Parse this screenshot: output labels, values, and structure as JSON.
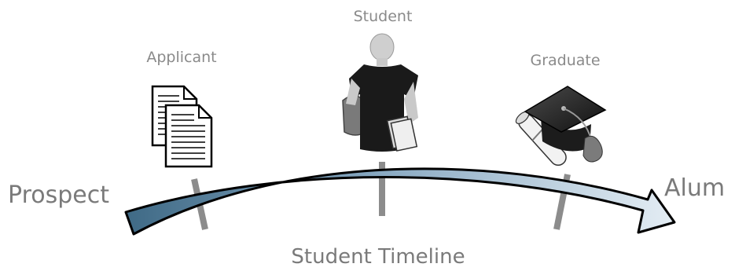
{
  "diagram": {
    "start_label": "Prospect",
    "end_label": "Alum",
    "caption": "Student Timeline",
    "stages": [
      {
        "label": "Applicant",
        "icon": "documents-icon"
      },
      {
        "label": "Student",
        "icon": "student-silhouette-icon"
      },
      {
        "label": "Graduate",
        "icon": "graduation-cap-icon"
      }
    ]
  },
  "colors": {
    "arrow_dark": "#3f6a86",
    "arrow_light": "#e4edf4",
    "tick": "#8c8c8c",
    "label": "#8a8a8a"
  }
}
